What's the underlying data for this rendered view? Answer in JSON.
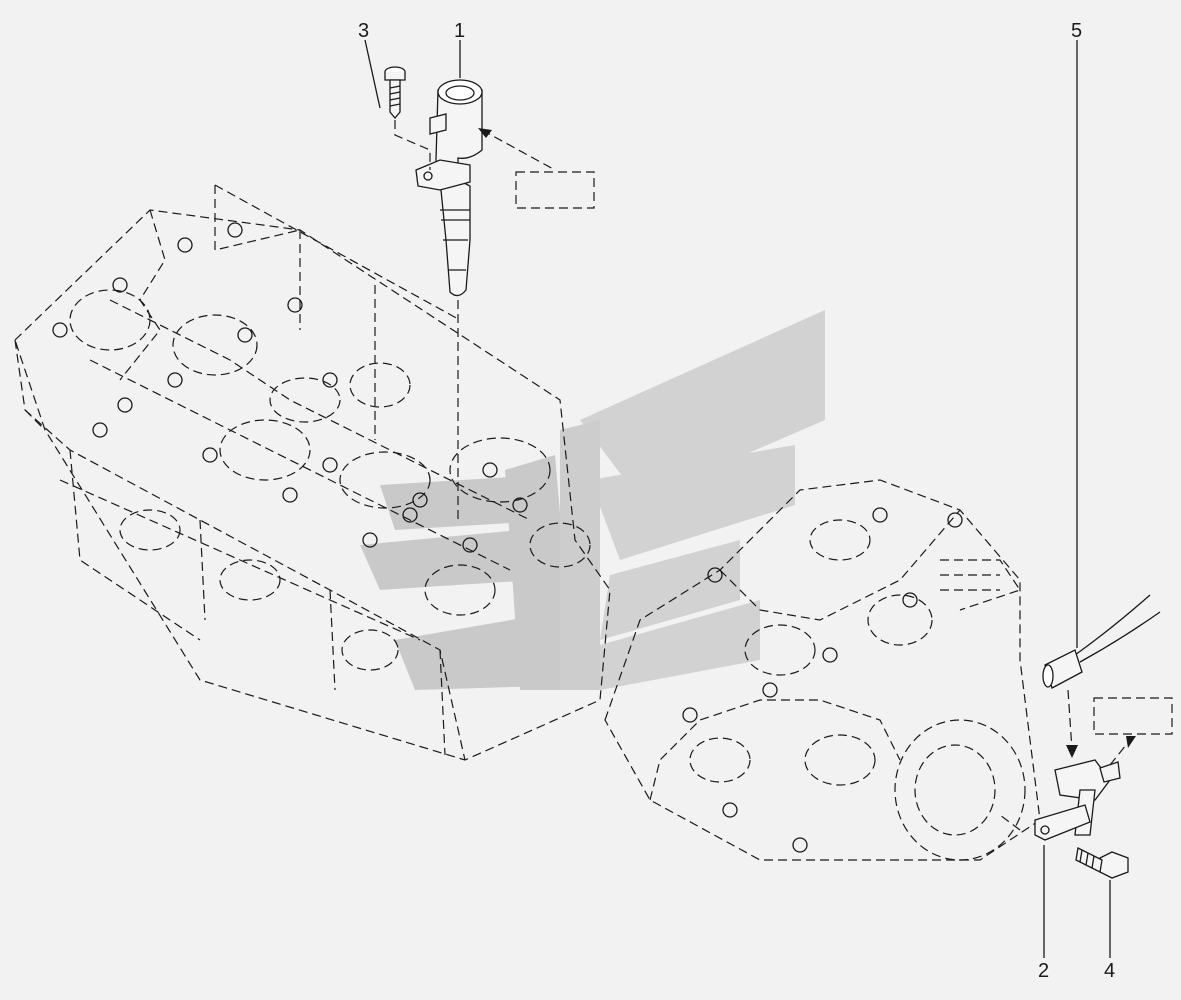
{
  "callouts": [
    {
      "id": "1",
      "label": "1"
    },
    {
      "id": "2",
      "label": "2"
    },
    {
      "id": "3",
      "label": "3"
    },
    {
      "id": "4",
      "label": "4"
    },
    {
      "id": "5",
      "label": "5"
    }
  ],
  "colors": {
    "background": "#f2f2f2",
    "ink": "#1a1a1a",
    "watermark": "#b8b8b8"
  },
  "icons": {
    "watermark": "brand-watermark-icon"
  }
}
